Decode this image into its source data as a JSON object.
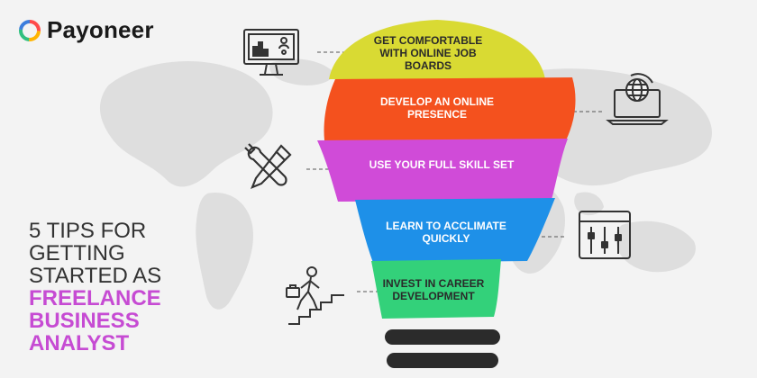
{
  "brand": {
    "name": "Payoneer"
  },
  "headline": {
    "line1": "5 TIPS FOR",
    "line2": "GETTING",
    "line3": "STARTED AS",
    "line4": "FREELANCE",
    "line5": "BUSINESS",
    "line6": "ANALYST"
  },
  "tips": [
    {
      "label": "GET COMFORTABLE WITH ONLINE JOB BOARDS",
      "color": "#d9da33",
      "icon": "job-board-monitor-icon"
    },
    {
      "label": "DEVELOP AN ONLINE PRESENCE",
      "color": "#f4511e",
      "icon": "laptop-globe-icon"
    },
    {
      "label": "USE YOUR FULL SKILL SET",
      "color": "#d04bd8",
      "icon": "tools-icon"
    },
    {
      "label": "LEARN TO ACCLIMATE QUICKLY",
      "color": "#1e90e8",
      "icon": "sliders-icon"
    },
    {
      "label": "INVEST IN CAREER DEVELOPMENT",
      "color": "#33d17a",
      "icon": "career-stairs-icon"
    }
  ],
  "colors": {
    "accent": "#c64bd3",
    "bulb_base": "#2b2b2b",
    "map": "#dcdcdc"
  }
}
